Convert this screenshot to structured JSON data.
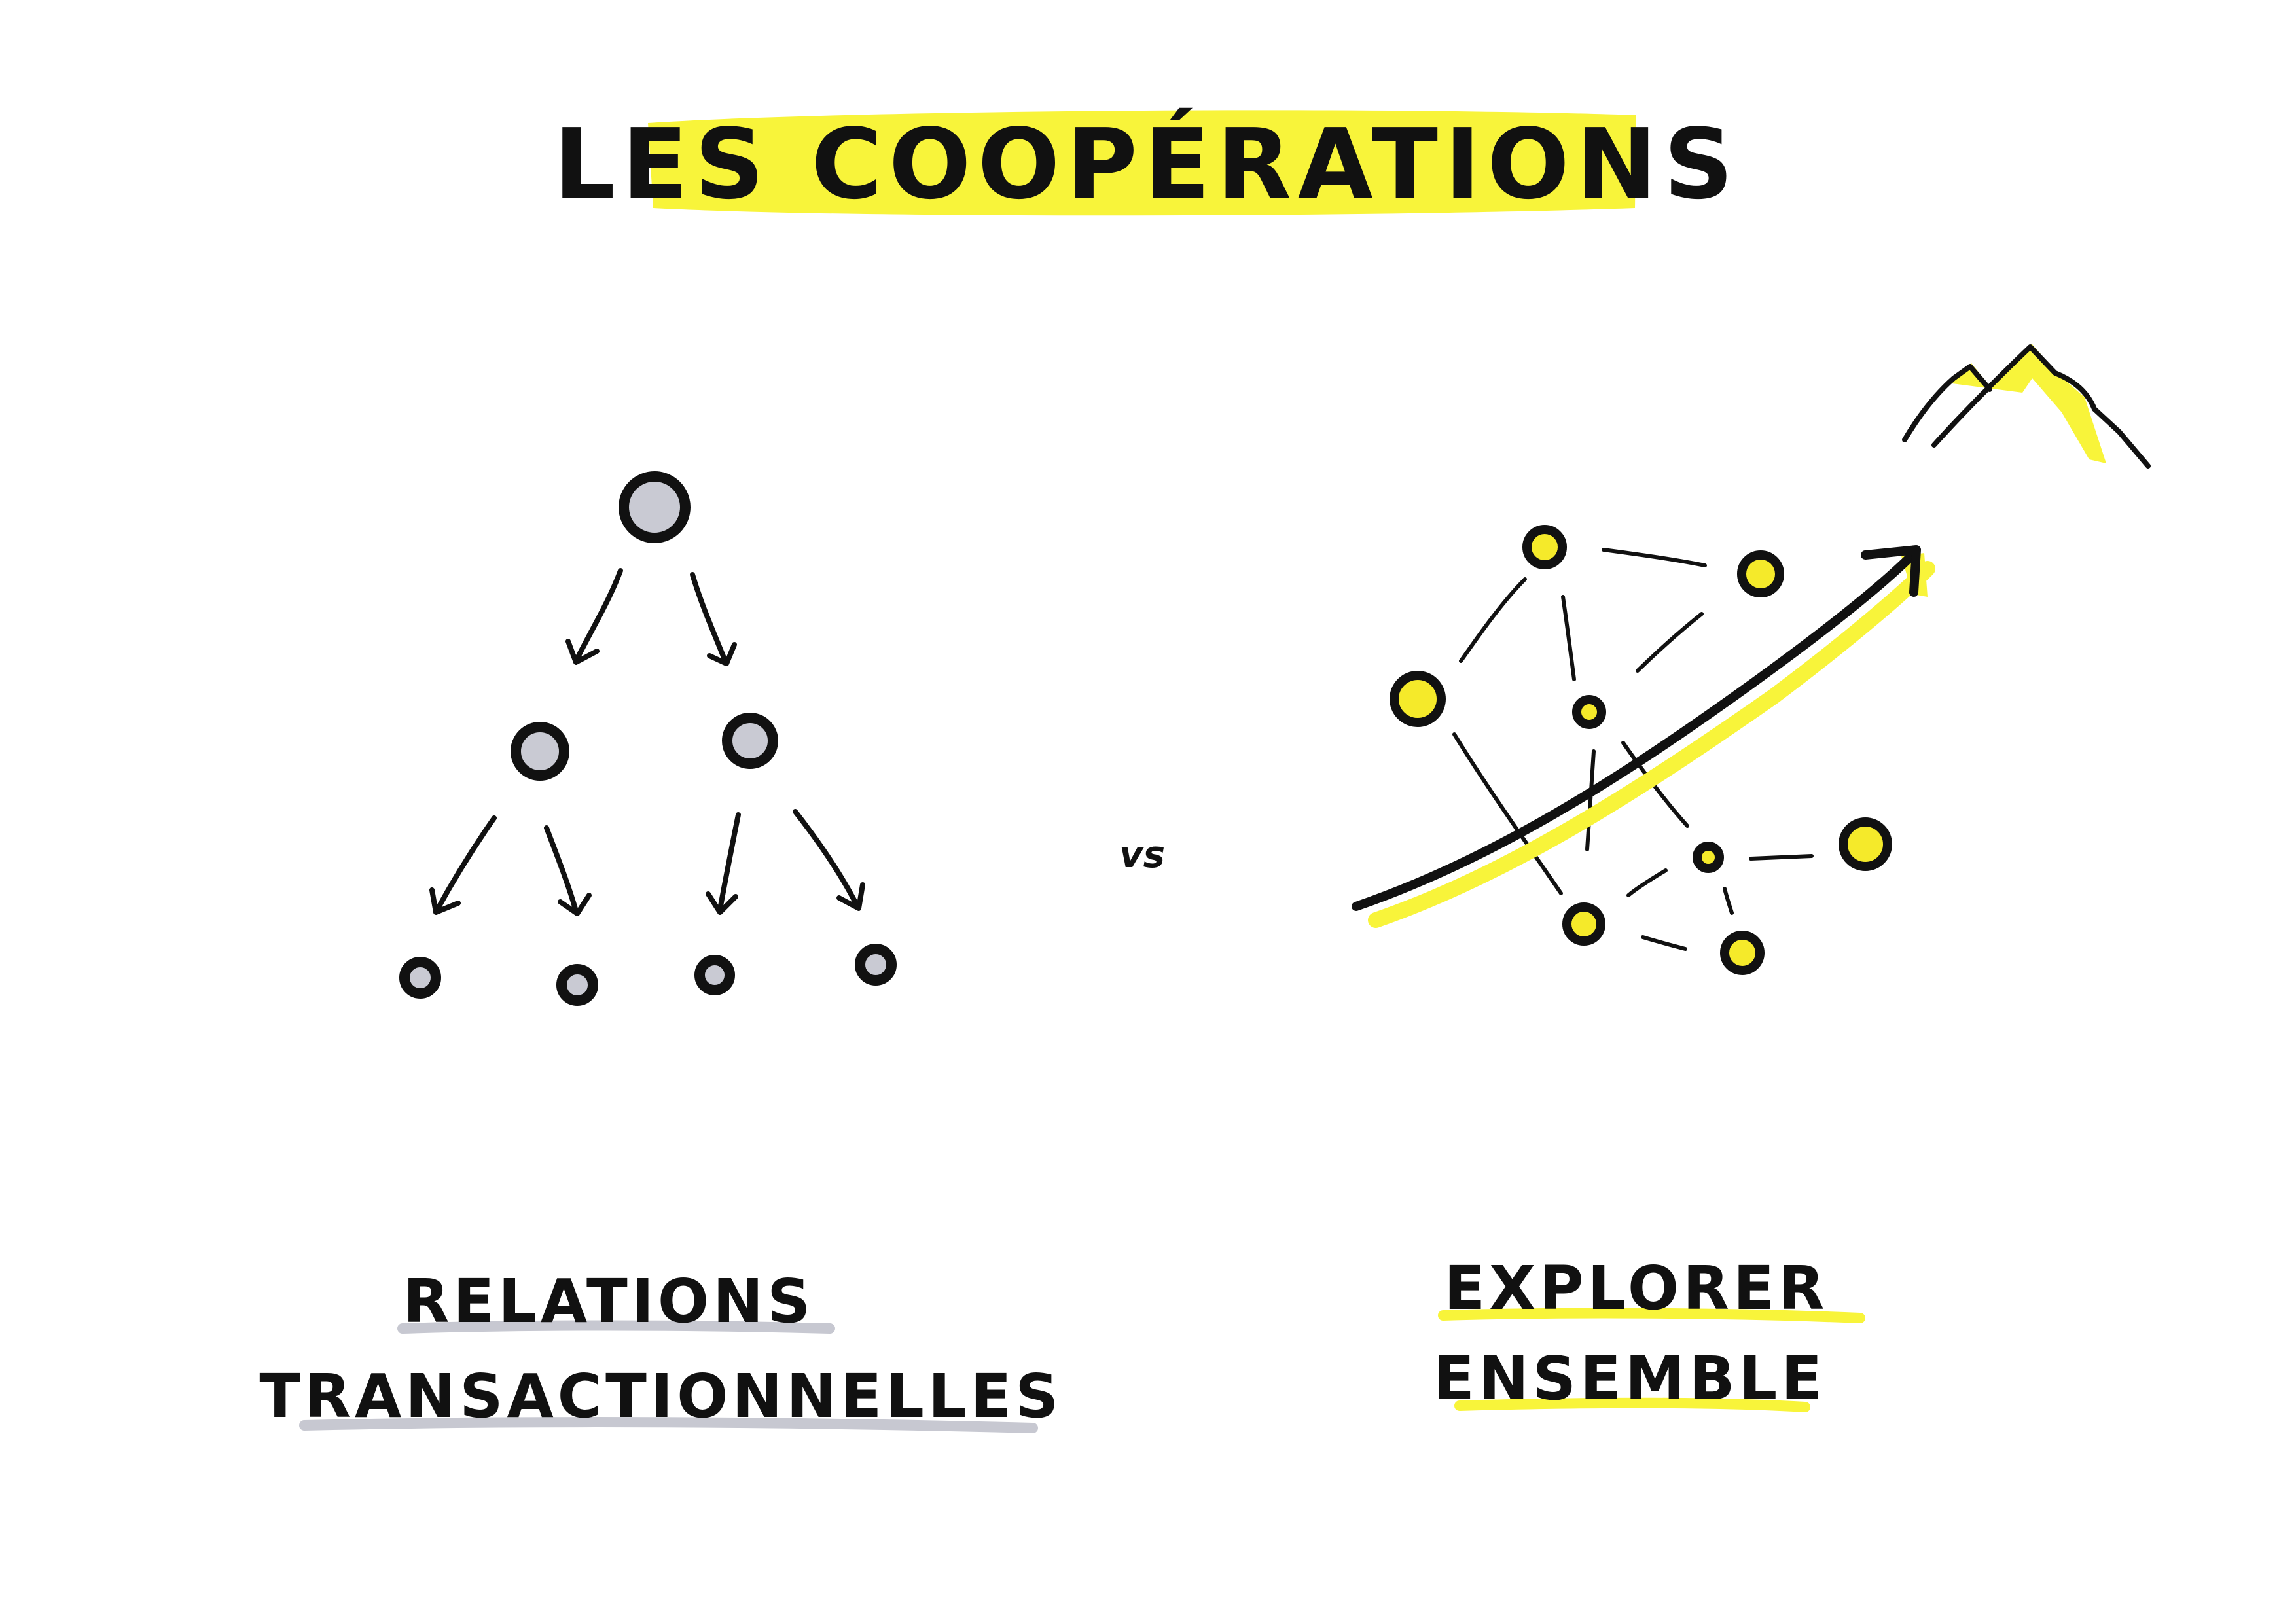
{
  "title": "LES COOPÉRATIONS",
  "separator": "vs",
  "left": {
    "caption_line1": "RELATIONS",
    "caption_line2": "TRANSACTIONNELLES"
  },
  "right": {
    "caption_line1": "EXPLORER",
    "caption_line2": "ENSEMBLE"
  },
  "colors": {
    "highlight_yellow": "#f8f43a",
    "node_yellow": "#f5ea2a",
    "node_gray": "#c9cad3",
    "underline_gray": "#c7c8d1",
    "ink": "#111111"
  },
  "icons": {
    "hierarchy": "tree-of-circles-with-arrows",
    "network": "network-of-yellow-circles",
    "growth": "rising-arrow",
    "goal": "mountain-peaks"
  }
}
